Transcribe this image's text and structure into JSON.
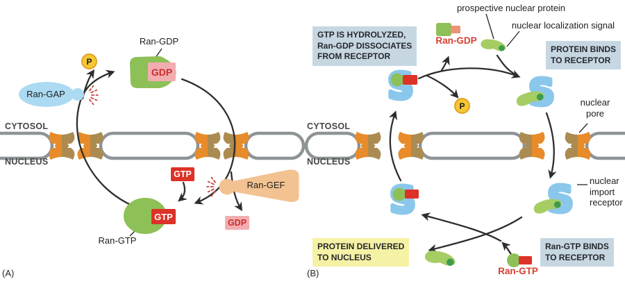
{
  "panel_a": {
    "tag": "(A)",
    "cytosol": "CYTOSOL",
    "nucleus": "NUCLEUS",
    "ran_gdp_label": "Ran-GDP",
    "gdp_bound_badge": "GDP",
    "p_badge": "P",
    "ran_gap_label": "Ran-GAP",
    "gtp_free_badge": "GTP",
    "ran_gef_label": "Ran-GEF",
    "gtp_bound_badge": "GTP",
    "gdp_free_badge": "GDP",
    "ran_gtp_label": "Ran-GTP"
  },
  "panel_b": {
    "tag": "(B)",
    "cytosol": "CYTOSOL",
    "nucleus": "NUCLEUS",
    "prospective_protein_label": "prospective nuclear protein",
    "nls_label": "nuclear localization signal",
    "ran_gdp_label": "Ran-GDP",
    "ran_gtp_label": "Ran-GTP",
    "p_badge": "P",
    "receptor_glyph": "S",
    "nuclear_pore": {
      "line1": "nuclear",
      "line2": "pore"
    },
    "import_receptor": {
      "line1": "nuclear",
      "line2": "import",
      "line3": "receptor"
    },
    "box_hydrolyzed": {
      "line1": "GTP IS HYDROLYZED,",
      "line2": "Ran-GDP DISSOCIATES",
      "line3": "FROM RECEPTOR"
    },
    "box_binds": {
      "line1": "PROTEIN BINDS",
      "line2": "TO RECEPTOR"
    },
    "box_delivered": {
      "line1": "PROTEIN DELIVERED",
      "line2": "TO NUCLEUS"
    },
    "box_rangtp_binds": {
      "line1": "Ran-GTP BINDS",
      "line2": "TO RECEPTOR"
    }
  },
  "colors": {
    "green": "#8dc056",
    "bean": "#a5cd63",
    "dkgreen": "#3f9b4d",
    "recblue": "#8ac7eb",
    "gapblue": "#abdaf2",
    "membrane": "#8e9396",
    "orange": "#e88b2a",
    "tan": "#ac8b51",
    "red": "#dc3227",
    "pink": "#f2adb1",
    "redtext": "#cb2d29",
    "redlabel": "#d5402f",
    "salmon": "#ec9377",
    "gef": "#f3c291",
    "pyellow": "#f7c733",
    "pring": "#dfa226",
    "boxblue": "#c6d7e2",
    "boxyellow": "#f6f2a5",
    "burst": "#c4443a",
    "arrow": "#2d2d2d",
    "ink": "#1d1d1f"
  }
}
